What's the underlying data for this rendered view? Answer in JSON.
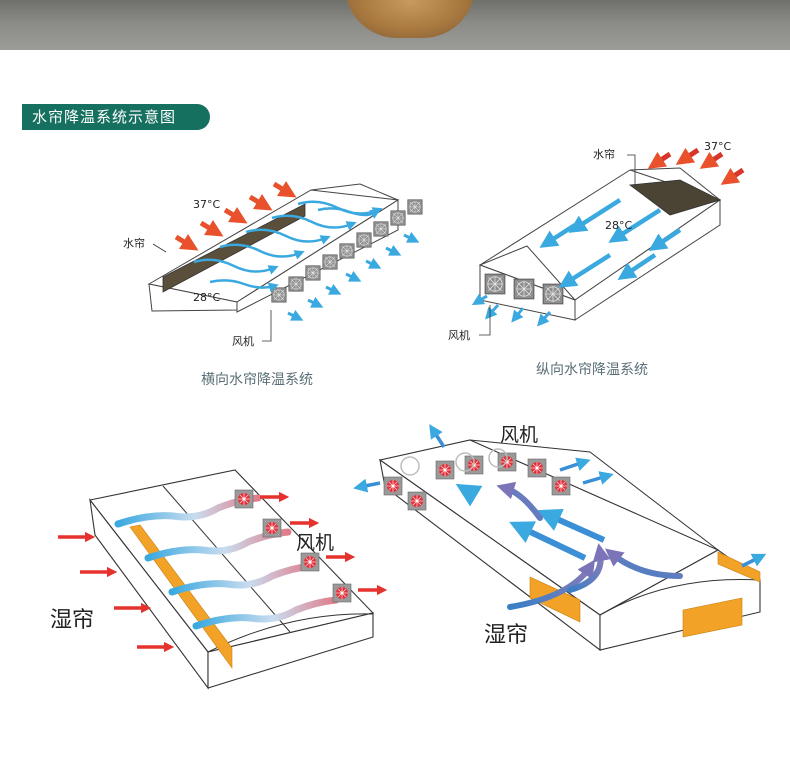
{
  "section_title": "水帘降温系统示意图",
  "diagram_lateral": {
    "temp_hot": "37°C",
    "temp_cool": "28°C",
    "curtain_label": "水帘",
    "fan_label": "风机",
    "caption": "横向水帘降温系统"
  },
  "diagram_longitudinal": {
    "temp_hot": "37°C",
    "temp_cool": "28°C",
    "curtain_label": "水帘",
    "fan_label": "风机",
    "caption": "纵向水帘降温系统"
  },
  "diagram_side_pad": {
    "fan_label": "风机",
    "pad_label": "湿帘"
  },
  "diagram_tunnel": {
    "fan_label": "风机",
    "pad_label": "湿帘"
  },
  "colors": {
    "brand_green": "#15705f",
    "hot_arrow": "#e8512b",
    "cool_arrow": "#3aa9e0",
    "pad_orange": "#f2a227",
    "fan_red": "#e0303a",
    "caption": "#5b6f78"
  }
}
